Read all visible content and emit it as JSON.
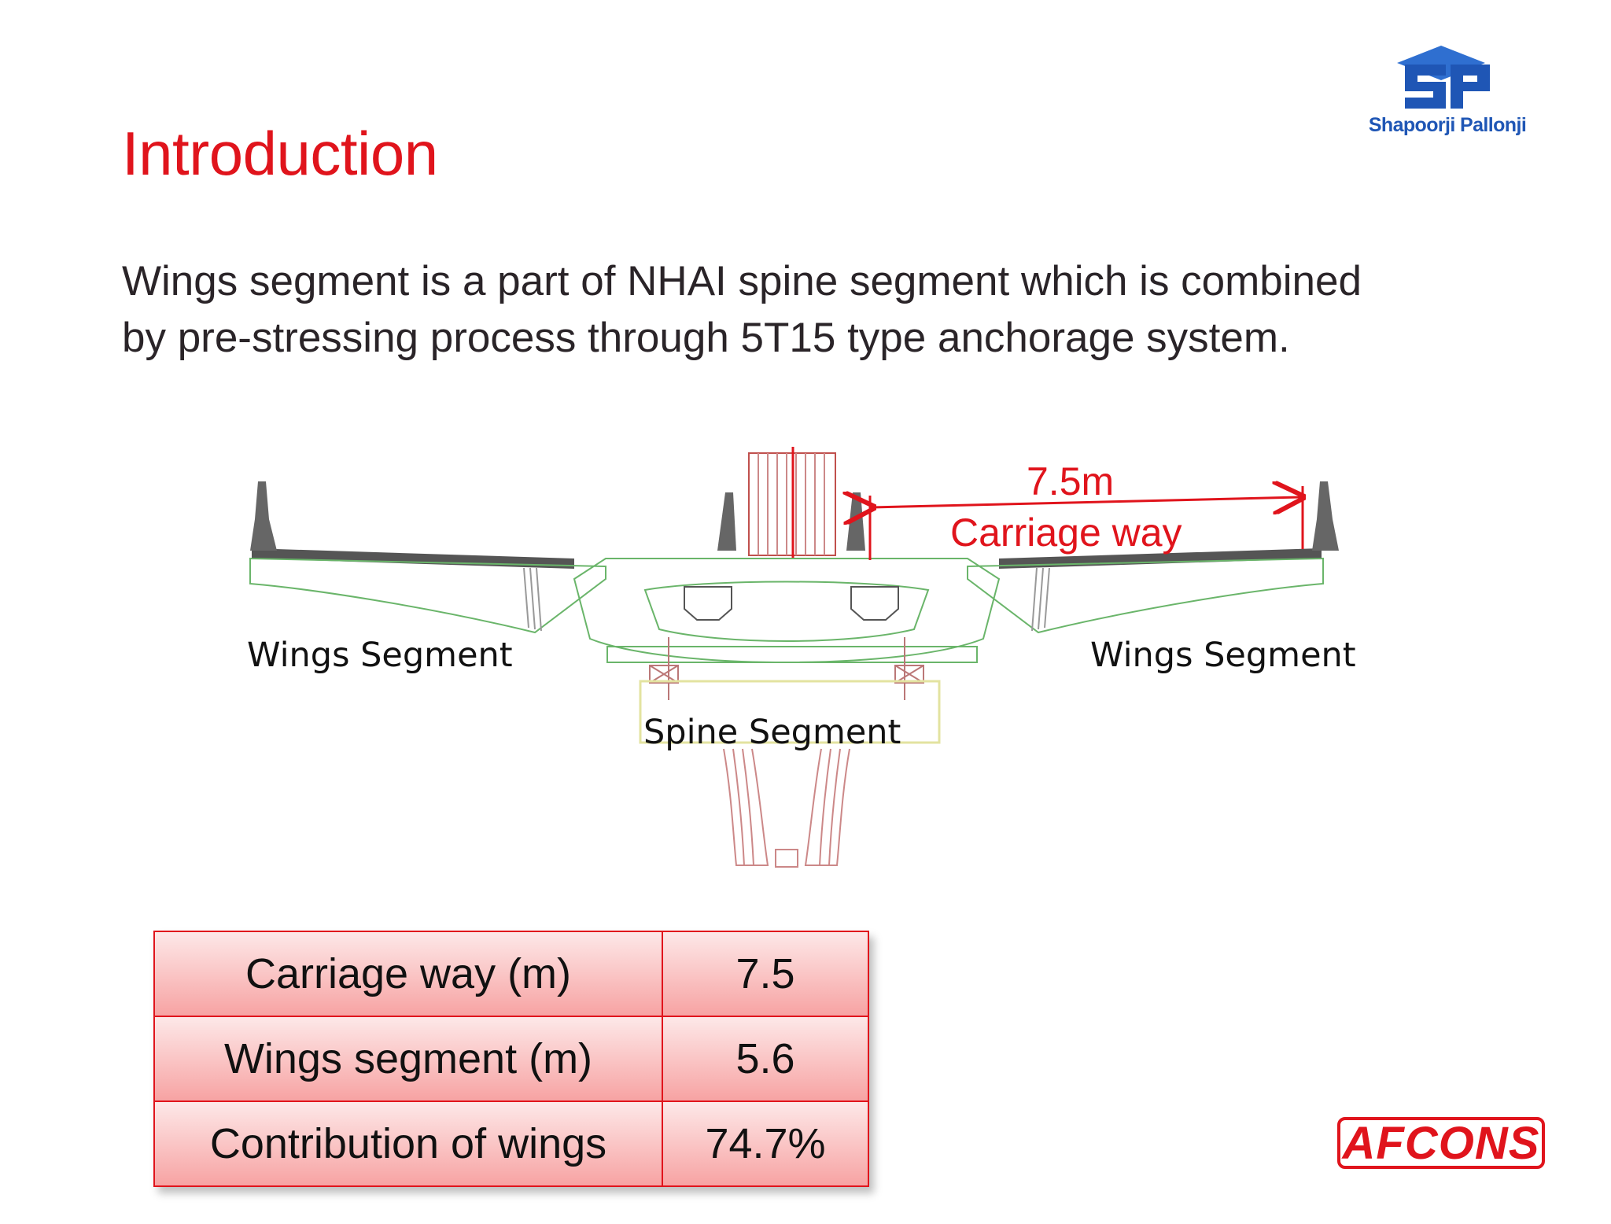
{
  "slide": {
    "title": "Introduction",
    "body_lines": [
      "Wings segment is a part of NHAI spine segment which is combined",
      "by pre-stressing process through 5T15 type anchorage system."
    ]
  },
  "logos": {
    "top_right": {
      "name": "Shapoorji Pallonji",
      "icon": "sp-logo-icon",
      "color": "#1f56b5"
    },
    "bottom_right": {
      "name": "AFCONS",
      "color": "#e0141c"
    }
  },
  "diagram": {
    "dimension_value": "7.5m",
    "dimension_label": "Carriage way",
    "left_label": "Wings Segment",
    "right_label": "Wings Segment",
    "center_label": "Spine Segment",
    "accent_color": "#e0141c"
  },
  "table": {
    "rows": [
      {
        "label": "Carriage way (m)",
        "value": "7.5"
      },
      {
        "label": "Wings segment (m)",
        "value": "5.6"
      },
      {
        "label": "Contribution of wings",
        "value": "74.7%"
      }
    ]
  }
}
